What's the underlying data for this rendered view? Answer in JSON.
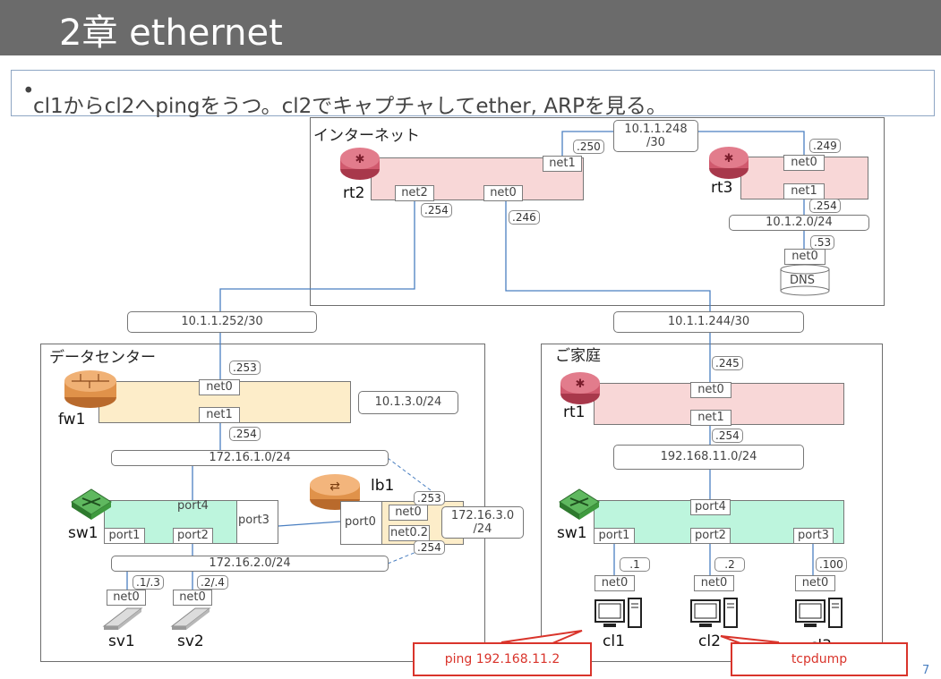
{
  "slide": {
    "title": "2章 ethernet",
    "bullet": "cl1からcl2へpingをうつ。cl2でキャプチャしてether, ARPを見る。",
    "page_number": "7"
  },
  "regions": {
    "internet": "インターネット",
    "datacenter": "データセンター",
    "home": "ご家庭"
  },
  "devices": {
    "rt2": "rt2",
    "rt3": "rt3",
    "fw1": "fw1",
    "lb1": "lb1",
    "sw1_dc": "sw1",
    "sv1": "sv1",
    "sv2": "sv2",
    "rt1": "rt1",
    "sw1_home": "sw1",
    "cl1": "cl1",
    "cl2": "cl2",
    "cl3": "cl3",
    "dns": "DNS"
  },
  "interfaces": {
    "rt2_net1": "net1",
    "rt2_net2": "net2",
    "rt2_net0": "net0",
    "rt3_net0": "net0",
    "rt3_net1": "net1",
    "dns_net0": "net0",
    "fw1_net0": "net0",
    "fw1_net1": "net1",
    "sw1dc_port4": "port4",
    "sw1dc_port3": "port3",
    "sw1dc_port1": "port1",
    "sw1dc_port2": "port2",
    "lb1_port0": "port0",
    "lb1_net0": "net0",
    "lb1_net02": "net0.2",
    "sv1_net0": "net0",
    "sv2_net0": "net0",
    "rt1_net0": "net0",
    "rt1_net1": "net1",
    "sw1h_port4": "port4",
    "sw1h_port1": "port1",
    "sw1h_port2": "port2",
    "sw1h_port3": "port3",
    "cl1_net0": "net0",
    "cl2_net0": "net0",
    "cl3_net0": "net0"
  },
  "networks": {
    "n_248": "10.1.1.248\n/30",
    "n_1_2": "10.1.2.0/24",
    "n_252": "10.1.1.252/30",
    "n_244": "10.1.1.244/30",
    "n_1_3": "10.1.3.0/24",
    "n_16_1": "172.16.1.0/24",
    "n_16_2": "172.16.2.0/24",
    "n_16_3": "172.16.3.0\n/24",
    "n_11": "192.168.11.0/24"
  },
  "addresses": {
    "a_250": ".250",
    "a_249": ".249",
    "a_254_rt2": ".254",
    "a_246": ".246",
    "a_254_rt3": ".254",
    "a_53": ".53",
    "a_253_fw": ".253",
    "a_254_fw": ".254",
    "a_253_lb": ".253",
    "a_254_lb": ".254",
    "a_sv1": ".1/.3",
    "a_sv2": ".2/.4",
    "a_245": ".245",
    "a_254_rt1": ".254",
    "a_cl1": ".1",
    "a_cl2": ".2",
    "a_cl3": ".100"
  },
  "callouts": {
    "ping": "ping 192.168.11.2",
    "tcpdump": "tcpdump"
  },
  "colors": {
    "title_bar": "#6b6b6b",
    "router": "#d05a6e",
    "firewall": "#e0924a",
    "switch": "#3f9a3f",
    "wire": "#4a7fc1",
    "callout": "#d9342b"
  }
}
